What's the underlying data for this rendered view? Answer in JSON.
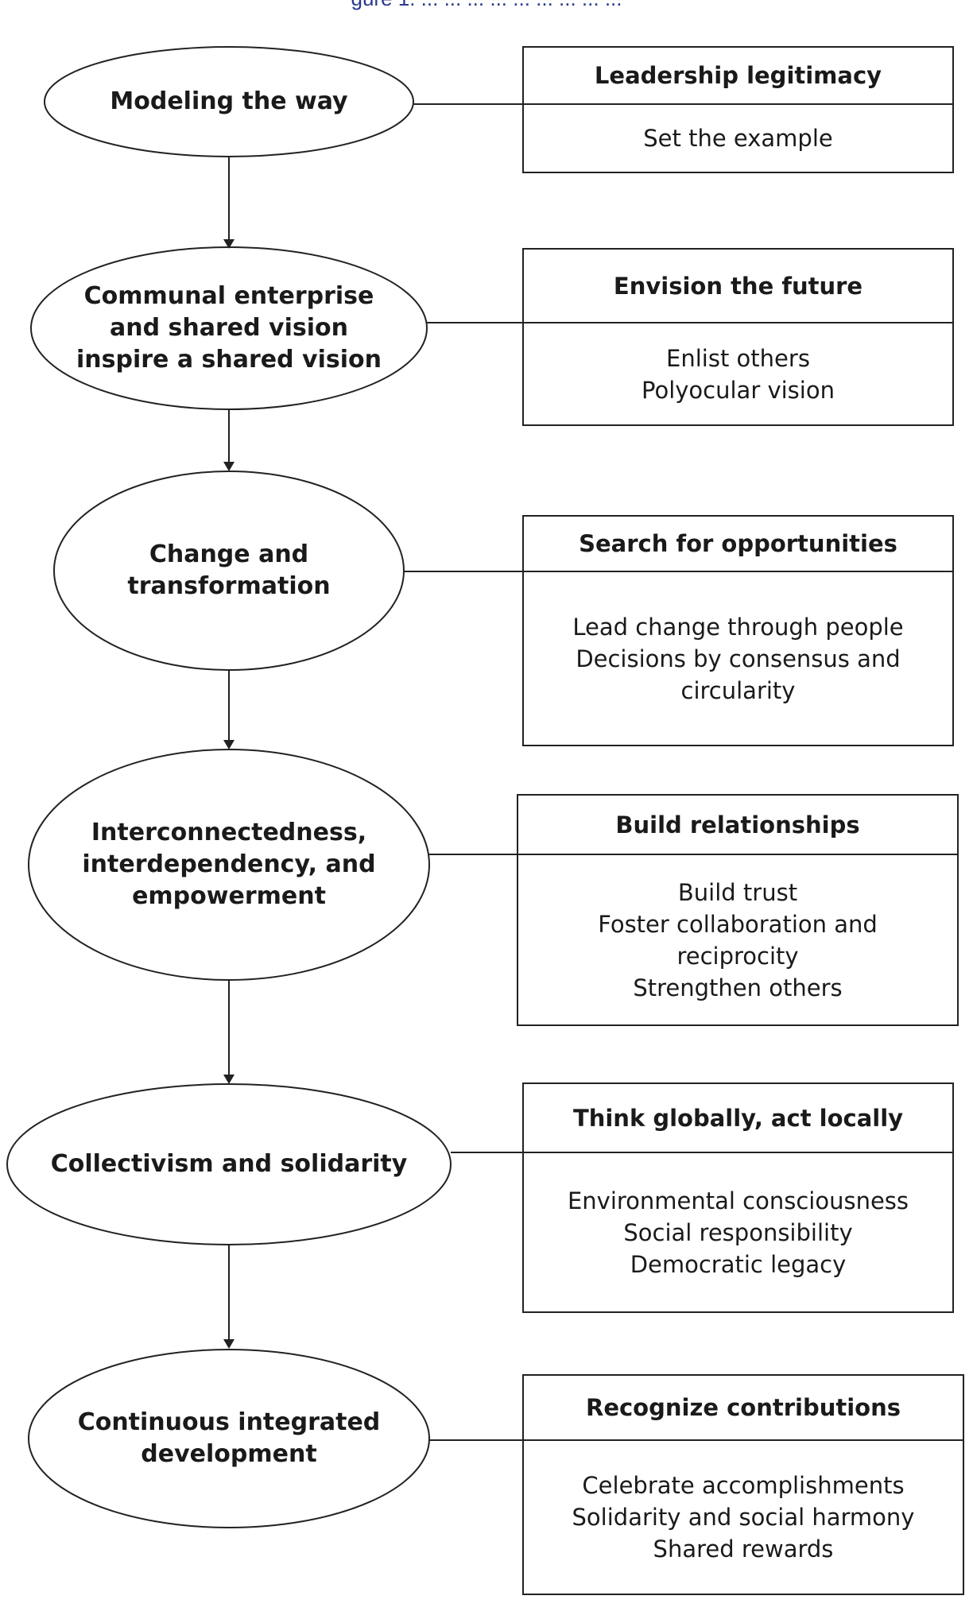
{
  "header_fragment": "gure 1. ... ... ... ... ... ... ... ... ...",
  "stages": [
    {
      "oval": "Modeling the way",
      "box_title": "Leadership legitimacy",
      "box_items": "Set the example"
    },
    {
      "oval": "Communal enterprise\nand shared vision\ninspire a shared vision",
      "box_title": "Envision the future",
      "box_items": "Enlist others\nPolyocular vision"
    },
    {
      "oval": "Change and\ntransformation",
      "box_title": "Search for opportunities",
      "box_items": "Lead change through people\nDecisions by consensus and\ncircularity"
    },
    {
      "oval": "Interconnectedness,\ninterdependency, and\nempowerment",
      "box_title": "Build relationships",
      "box_items": "Build trust\nFoster collaboration and\nreciprocity\nStrengthen others"
    },
    {
      "oval": "Collectivism and solidarity",
      "box_title": "Think globally, act locally",
      "box_items": "Environmental consciousness\nSocial responsibility\nDemocratic legacy"
    },
    {
      "oval": "Continuous integrated\ndevelopment",
      "box_title": "Recognize contributions",
      "box_items": "Celebrate accomplishments\nSolidarity and social harmony\nShared rewards"
    }
  ],
  "colors": {
    "stroke": "#222222",
    "text": "#1a1a1a",
    "header": "#2b3a8c"
  }
}
